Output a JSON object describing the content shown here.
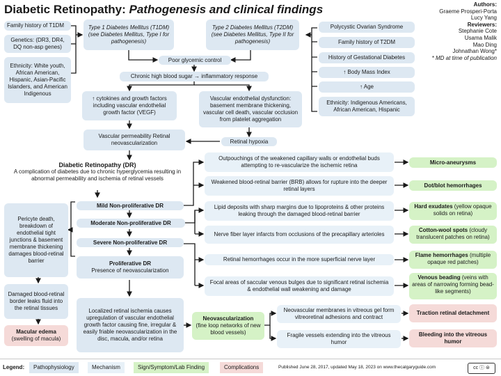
{
  "title": {
    "main": "Diabetic Retinopathy:",
    "sub": "Pathogenesis and clinical findings"
  },
  "authors": {
    "label": "Authors:",
    "names": [
      "Graeme Prosperi-Porta",
      "Lucy Yang"
    ],
    "reviewers_label": "Reviewers:",
    "reviewers": [
      "Stephanie Cote",
      "Usama Malik",
      "Mao Ding",
      "Johnathan Wong*"
    ],
    "note": "* MD at time of publication"
  },
  "left_risks": [
    "Family history of T1DM",
    "Genetics: (DR3, DR4, DQ non-asp genes)",
    "Ethnicity: White youth, African American, Hispanic, Asian-Pacific Islanders, and American Indigenous"
  ],
  "t1dm": "Type 1 Diabetes Mellitus (T1DM) (see Diabetes Mellitus, Type I for pathogenesis)",
  "t2dm": "Type 2 Diabetes Mellitus (T2DM) (see Diabetes Mellitus, Type II for pathogenesis)",
  "right_risks": [
    "Polycystic Ovarian Syndrome",
    "Family history of T2DM",
    "History of Gestational Diabetes",
    "↑ Body Mass Index",
    "↑ Age",
    "Ethnicity: Indigenous Americans, African American, Hispanic"
  ],
  "poor_control": "Poor glycemic control",
  "chronic": "Chronic high blood sugar → inflammatory response",
  "cytokines": "↑ cytokines and growth factors including vascular endothelial growth factor (VEGF)",
  "endothelial": "Vascular endothelial dysfunction: basement membrane thickening, vascular cell death, vascular occlusion from platelet aggregation",
  "permeability": "Vascular permeability Retinal neovascularization",
  "hypoxia": "Retinal hypoxia",
  "dr": {
    "title": "Diabetic Retinopathy (DR)",
    "desc": "A complication of diabetes due to chronic hyperglycemia resulting in abnormal permeability and ischemia of retinal vessels"
  },
  "pericyte": "Pericyte death, breakdown of endothelial tight junctions & basement membrane thickening damages blood-retinal barrier",
  "damaged": "Damaged blood-retinal border leaks fluid into the retinal tissues",
  "macular": {
    "title": "Macular edema",
    "sub": "(swelling of macula)"
  },
  "stages": [
    "Mild Non-proliferative DR",
    "Moderate Non-proliferative DR",
    "Severe Non-proliferative DR"
  ],
  "proliferative": {
    "title": "Proliferative DR",
    "sub": "Presence of neovascularization"
  },
  "ischemia": "Localized retinal ischemia causes upregulation of vascular endothelial growth factor causing fine, irregular & easily friable neovascularization in the disc, macula, and/or retina",
  "mechanisms": [
    "Outpouchings of the weakened capillary walls or endothelial buds attempting to re-vascularize the ischemic retina",
    "Weakened blood-retinal barrier (BRB) allows for rupture into the deeper retinal layers",
    "Lipid deposits with sharp margins due to lipoproteins & other proteins leaking through the damaged blood-retinal barrier",
    "Nerve fiber layer infarcts from occlusions of the precapillary arterioles",
    "Retinal hemorrhages occur in the more superficial nerve layer",
    "Focal areas of saccular venous bulges due to significant retinal ischemia & endothelial wall weakening and damage"
  ],
  "findings": [
    {
      "title": "Micro-aneurysms",
      "sub": ""
    },
    {
      "title": "Dot/blot hemorrhages",
      "sub": ""
    },
    {
      "title": "Hard exudates",
      "sub": " (yellow opaque solids on retina)"
    },
    {
      "title": "Cotton-wool spots",
      "sub": " (cloudy translucent patches on retina)"
    },
    {
      "title": "Flame hemorrhages",
      "sub": " (multiple opaque red patches)"
    },
    {
      "title": "Venous beading",
      "sub": " (veins with areas of narrowing forming bead-like segments)"
    }
  ],
  "neovasc": {
    "title": "Neovascularization",
    "sub": "(fine loop networks of new blood vessels)"
  },
  "neo_mechs": [
    "Neovascular membranes in vitreous gel form vitreoretinal adhesions and contract",
    "Fragile vessels extending into the vitreous humor"
  ],
  "neo_comps": [
    "Traction retinal detachment",
    "Bleeding into the vitreous humor"
  ],
  "legend": {
    "label": "Legend:",
    "items": [
      "Pathophysiology",
      "Mechanism",
      "Sign/Symptom/Lab Finding",
      "Complications"
    ],
    "published": "Published June 28, 2017, updated May 18, 2023 on www.thecalgaryguide.com"
  },
  "colors": {
    "pathophysiology": "#dde8f2",
    "mechanism": "#e8f1f8",
    "sign": "#d5f2c6",
    "complication": "#f5dad8",
    "line": "#1a1a1a"
  }
}
